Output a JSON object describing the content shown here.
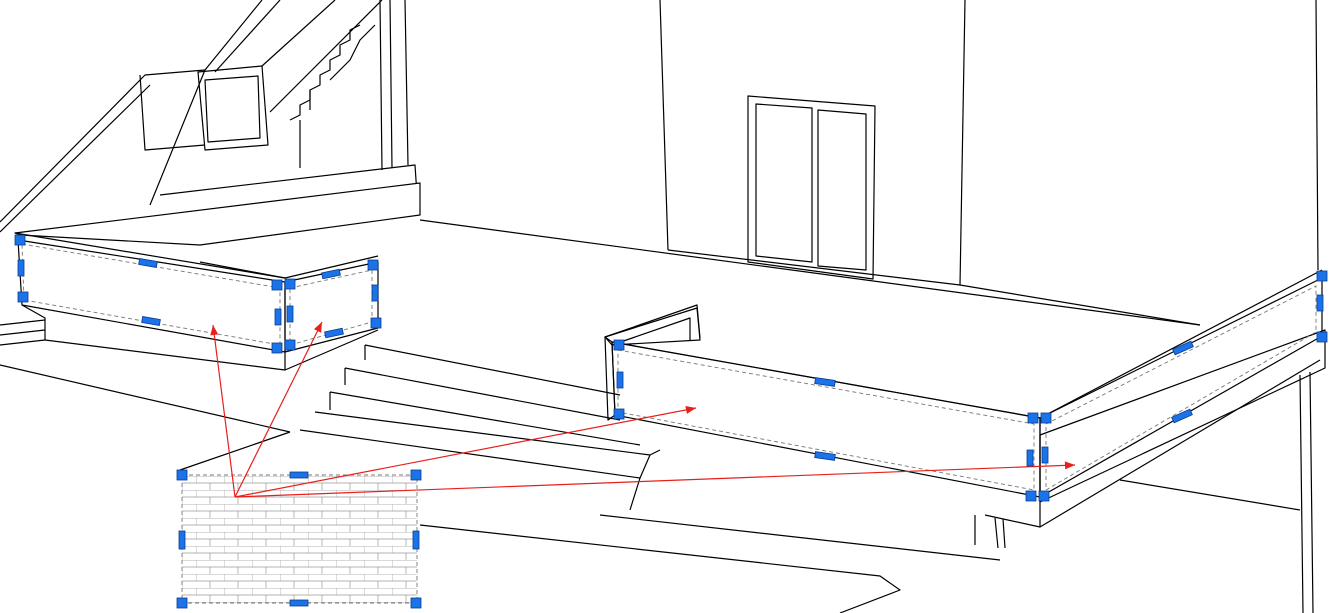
{
  "colors": {
    "line": "#000000",
    "background": "#ffffff",
    "handle": "#1a73e8",
    "handle_border": "#0b3d91",
    "arrow": "#e8201c",
    "brick_line": "#9a9a9a",
    "selection_dash": "#777777"
  },
  "icons": {
    "handle": "square-grip-handle",
    "edge_handle": "bar-grip-handle",
    "arrow": "arrowhead-icon"
  },
  "texture_swatch": {
    "pattern": "brick-running-bond",
    "selected": true
  },
  "targets": [
    {
      "name": "left-wall-front-face"
    },
    {
      "name": "left-wall-side-face"
    },
    {
      "name": "right-wall-front-face"
    },
    {
      "name": "right-wall-side-face"
    }
  ]
}
